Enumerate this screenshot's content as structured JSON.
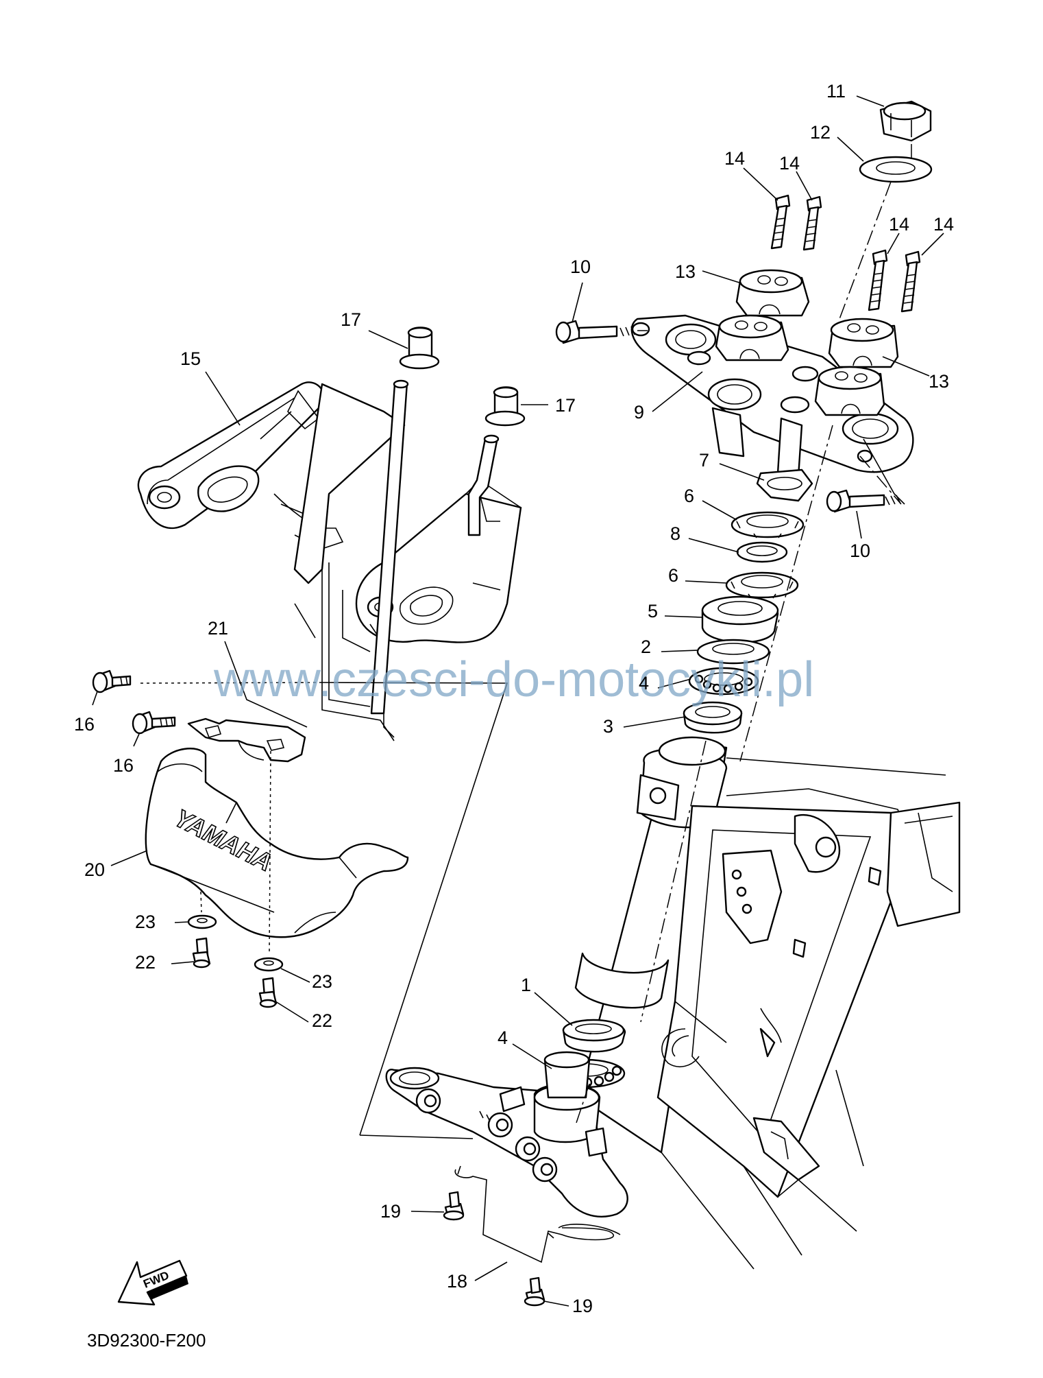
{
  "diagram": {
    "part_code": "3D92300-F200",
    "watermark": "www.czesci-do-motocykli.pl",
    "fwd_label": "FWD",
    "brand_lettering": "YAMAHA",
    "callouts": {
      "c1": "1",
      "c2": "2",
      "c3": "3",
      "c4a": "4",
      "c4b": "4",
      "c5": "5",
      "c6a": "6",
      "c6b": "6",
      "c7": "7",
      "c8": "8",
      "c9": "9",
      "c10a": "10",
      "c10b": "10",
      "c11": "11",
      "c12": "12",
      "c13a": "13",
      "c13b": "13",
      "c14a": "14",
      "c14b": "14",
      "c14c": "14",
      "c14d": "14",
      "c15": "15",
      "c16a": "16",
      "c16b": "16",
      "c17a": "17",
      "c17b": "17",
      "c18": "18",
      "c19a": "19",
      "c19b": "19",
      "c20": "20",
      "c21": "21",
      "c22a": "22",
      "c22b": "22",
      "c23a": "23",
      "c23b": "23"
    }
  }
}
